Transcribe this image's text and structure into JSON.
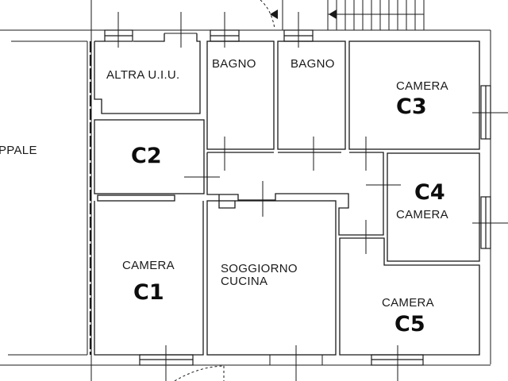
{
  "plan": {
    "rooms": [
      {
        "id": "partial-left",
        "label": "PPALE",
        "code": ""
      },
      {
        "id": "altra-uiu",
        "label": "ALTRA U.I.U.",
        "code": ""
      },
      {
        "id": "bagno-1",
        "label": "BAGNO",
        "code": ""
      },
      {
        "id": "bagno-2",
        "label": "BAGNO",
        "code": ""
      },
      {
        "id": "camera-c3",
        "label": "CAMERA",
        "code": "C3"
      },
      {
        "id": "room-c2",
        "label": "",
        "code": "C2"
      },
      {
        "id": "camera-c4",
        "label": "CAMERA",
        "code": "C4"
      },
      {
        "id": "camera-c1",
        "label": "CAMERA",
        "code": "C1"
      },
      {
        "id": "soggiorno-cucina",
        "label": "SOGGIORNO\nCUCINA",
        "label_line1": "SOGGIORNO",
        "label_line2": "CUCINA",
        "code": ""
      },
      {
        "id": "camera-c5",
        "label": "CAMERA",
        "code": "C5"
      }
    ],
    "colors": {
      "line": "#1a1a1a",
      "background": "#ffffff"
    }
  }
}
